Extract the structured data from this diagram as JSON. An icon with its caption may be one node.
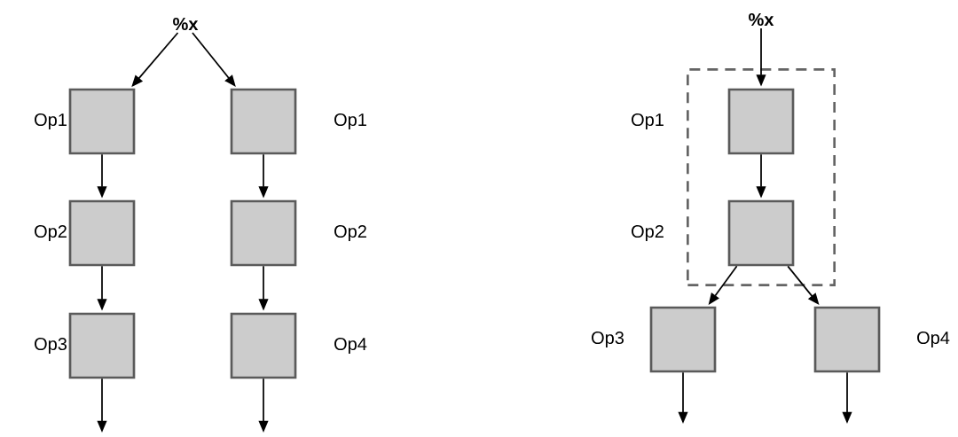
{
  "diagram": {
    "nodes": [
      {
        "text": [
          "%x"
        ]
      },
      {
        "text": [],
        "shape": "box",
        "beside": [
          "Op1"
        ]
      },
      {
        "text": [],
        "shape": "box",
        "beside": [
          "Op2"
        ]
      },
      {
        "text": [],
        "shape": "box",
        "beside": [
          "Op3"
        ]
      },
      {
        "text": [],
        "shape": "box",
        "beside": [
          "Op1"
        ]
      },
      {
        "text": [],
        "shape": "box",
        "beside": [
          "Op2"
        ]
      },
      {
        "text": [],
        "shape": "box",
        "beside": [
          "Op4"
        ]
      },
      {
        "text": [
          "%x"
        ]
      },
      {
        "text": [],
        "shape": "box"
      },
      {
        "text": [],
        "shape": "box",
        "beside": [
          "Op1"
        ],
        "in": 8
      },
      {
        "text": [],
        "shape": "box",
        "beside": [
          "Op2"
        ],
        "in": 8
      },
      {
        "text": [],
        "shape": "box",
        "beside": [
          "Op3"
        ]
      },
      {
        "text": [],
        "shape": "box",
        "beside": [
          "Op4"
        ]
      }
    ],
    "edges": [
      {
        "from": 0,
        "to": 1,
        "arrow": "to"
      },
      {
        "from": 0,
        "to": 4,
        "arrow": "to"
      },
      {
        "from": 1,
        "to": 2,
        "arrow": "to"
      },
      {
        "from": 2,
        "to": 3,
        "arrow": "to"
      },
      {
        "from": 3,
        "to": null,
        "arrow": "to"
      },
      {
        "from": 4,
        "to": 5,
        "arrow": "to"
      },
      {
        "from": 5,
        "to": 6,
        "arrow": "to"
      },
      {
        "from": 6,
        "to": null,
        "arrow": "to"
      },
      {
        "from": 7,
        "to": 9,
        "arrow": "to"
      },
      {
        "from": 9,
        "to": 10,
        "arrow": "to"
      },
      {
        "from": 10,
        "to": 11,
        "arrow": "to"
      },
      {
        "from": 10,
        "to": 12,
        "arrow": "to"
      },
      {
        "from": 11,
        "to": null,
        "arrow": "to"
      },
      {
        "from": 12,
        "to": null,
        "arrow": "to"
      }
    ]
  }
}
